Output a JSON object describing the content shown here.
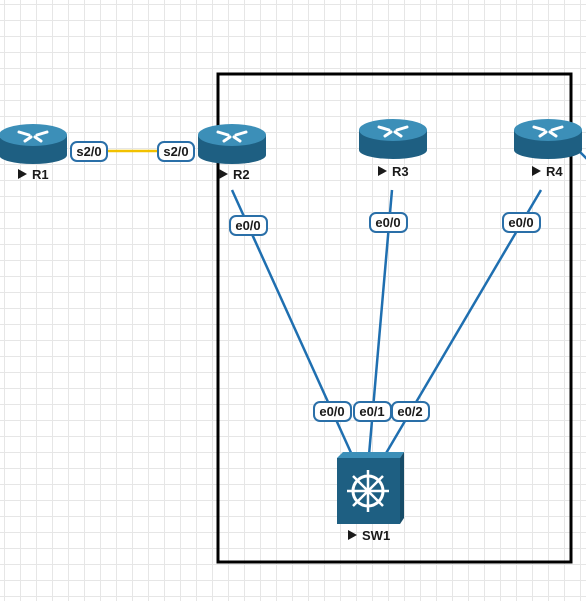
{
  "colors": {
    "grid": "#e6e6e6",
    "ethernet_link": "#1f6fb0",
    "serial_link": "#f2c100",
    "port_badge_border": "#2a6fa8",
    "port_badge_fill": "#ffffff",
    "router_body": "#2a7ca5",
    "switch_body": "#2a7ca5",
    "frame": "#000000"
  },
  "frame": {
    "label": ""
  },
  "nodes": {
    "r1": {
      "label": "R1",
      "type": "router",
      "icon": "router-icon"
    },
    "r2": {
      "label": "R2",
      "type": "router",
      "icon": "router-icon"
    },
    "r3": {
      "label": "R3",
      "type": "router",
      "icon": "router-icon"
    },
    "r4": {
      "label": "R4",
      "type": "router",
      "icon": "router-icon"
    },
    "sw1": {
      "label": "SW1",
      "type": "switch",
      "icon": "switch-icon"
    }
  },
  "links": [
    {
      "id": "r1-r2",
      "type": "serial",
      "a": "r1",
      "a_port": "s2/0",
      "b": "r2",
      "b_port": "s2/0"
    },
    {
      "id": "r2-sw1",
      "type": "ethernet",
      "a": "r2",
      "a_port": "e0/0",
      "b": "sw1",
      "b_port": "e0/0"
    },
    {
      "id": "r3-sw1",
      "type": "ethernet",
      "a": "r3",
      "a_port": "e0/0",
      "b": "sw1",
      "b_port": "e0/1"
    },
    {
      "id": "r4-sw1",
      "type": "ethernet",
      "a": "r4",
      "a_port": "e0/0",
      "b": "sw1",
      "b_port": "e0/2"
    }
  ]
}
